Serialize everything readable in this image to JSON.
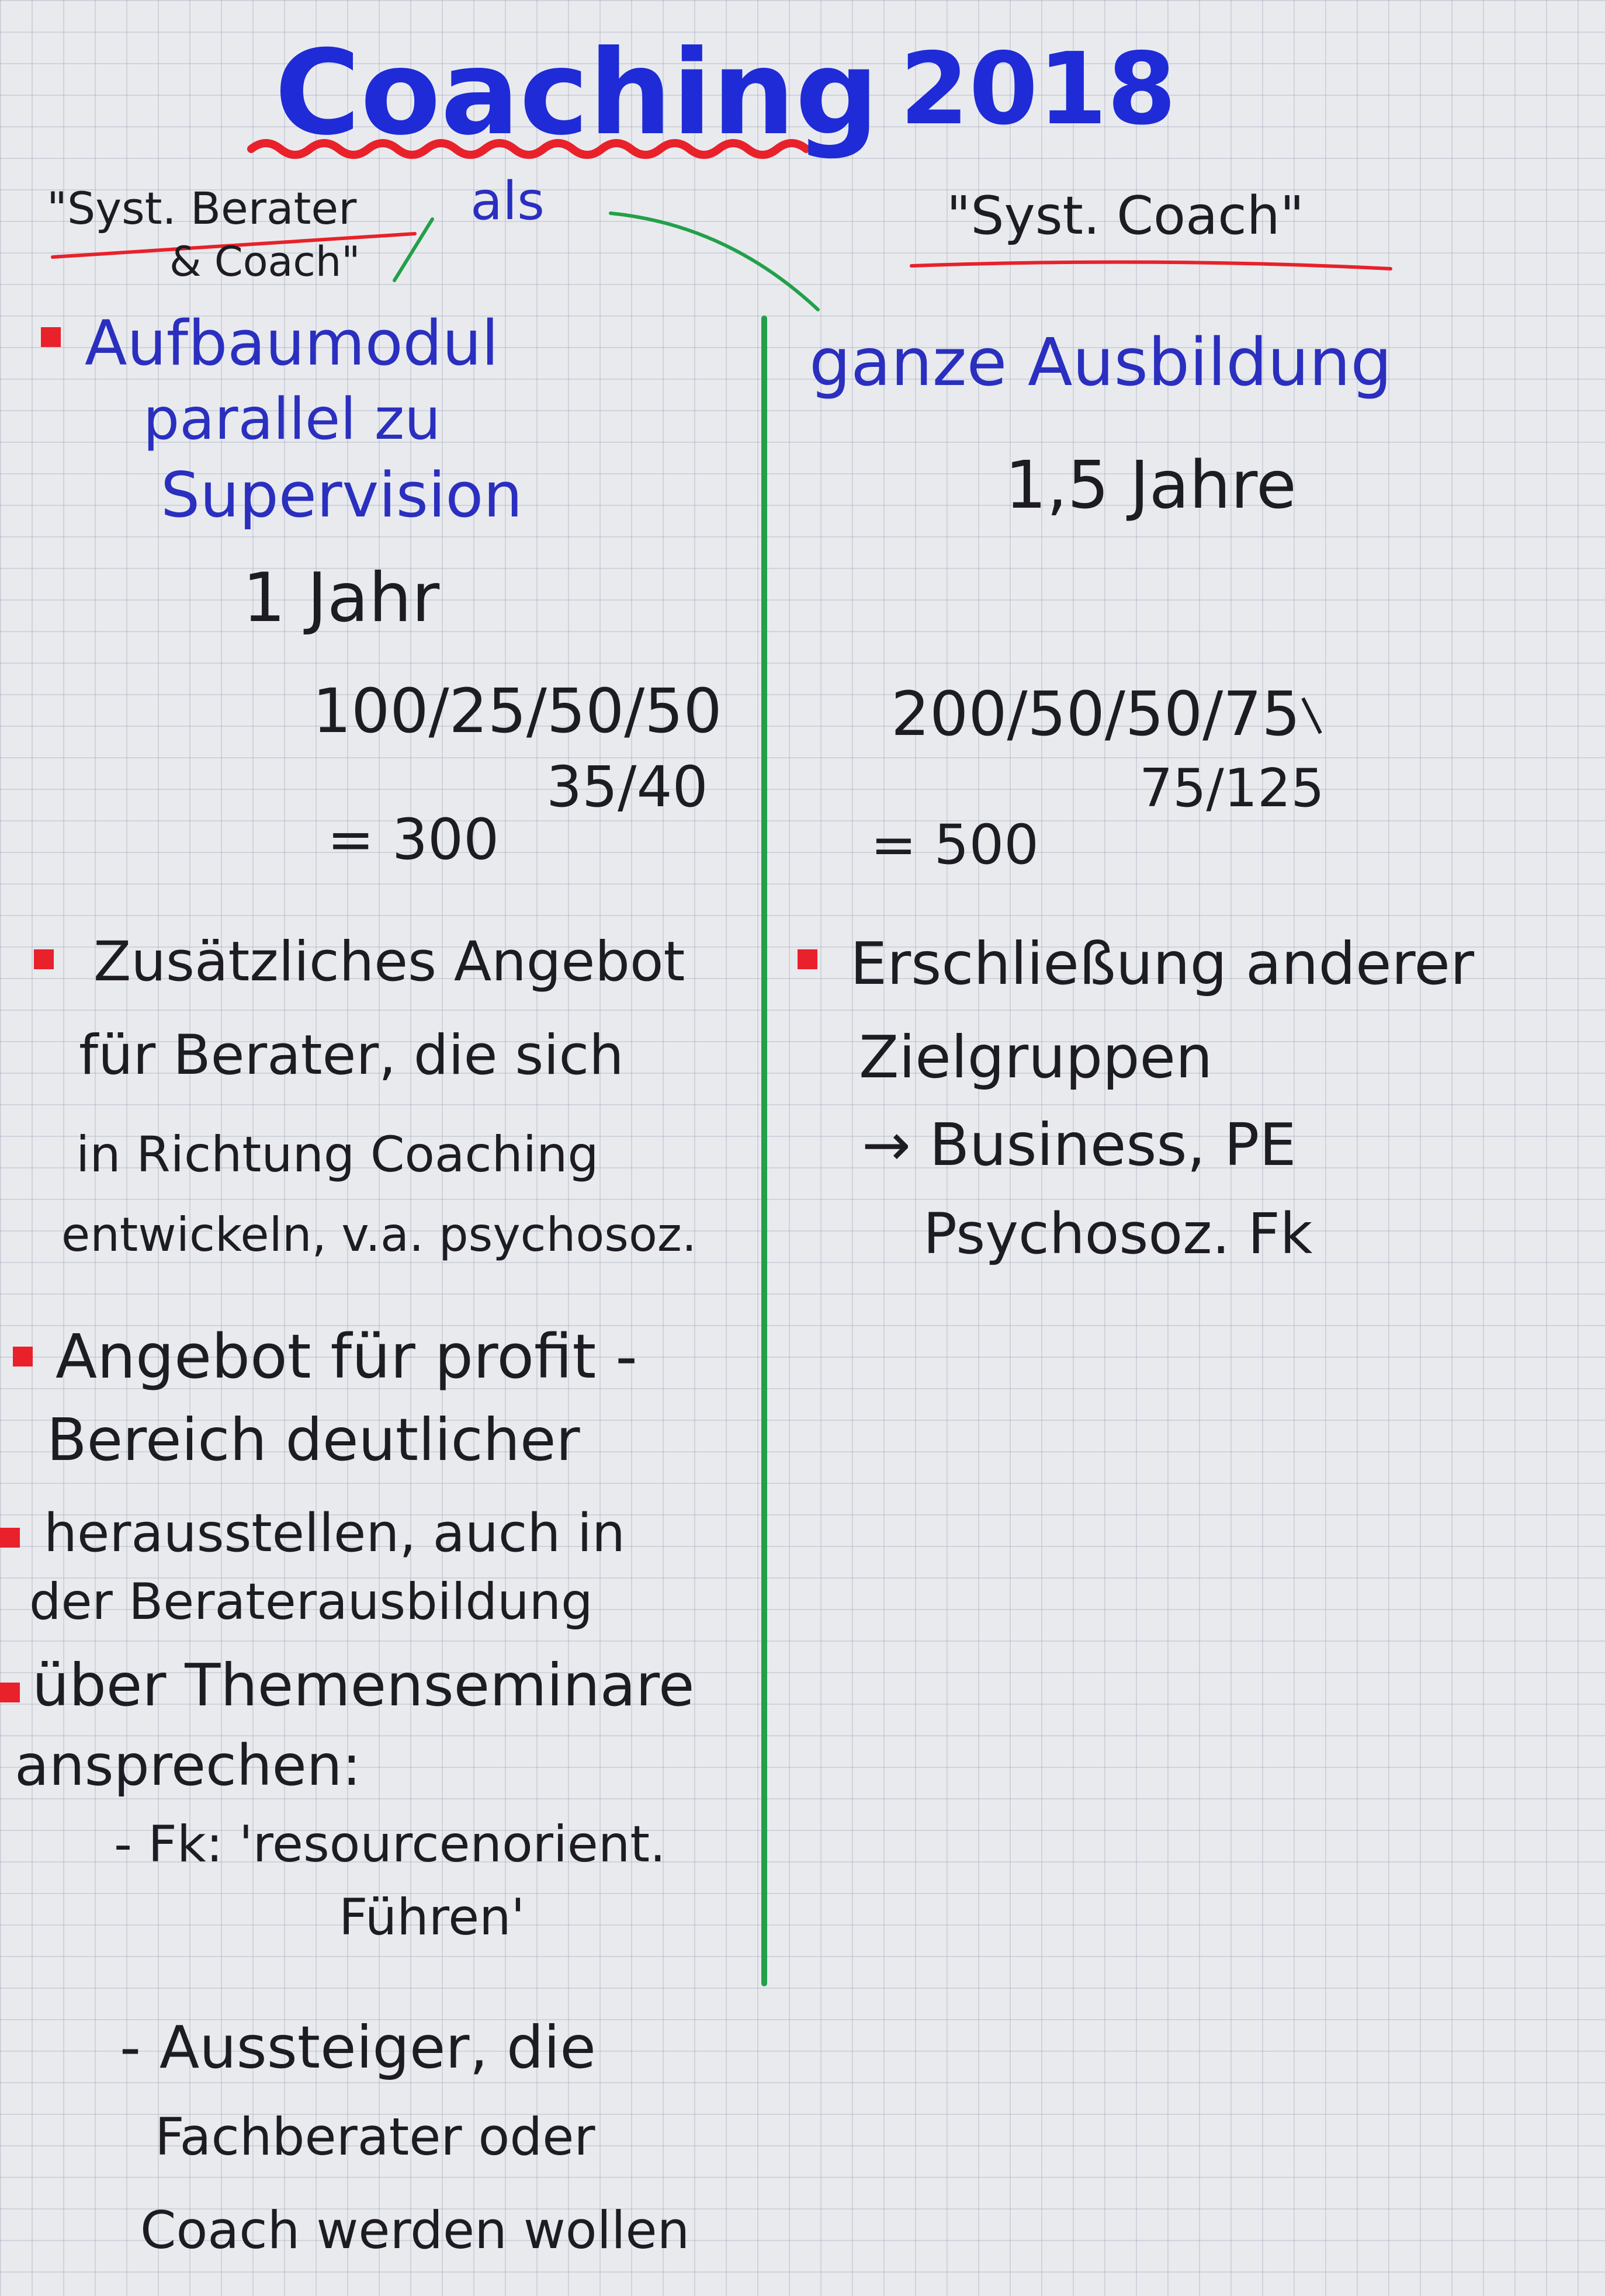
{
  "title": {
    "word": "Coaching",
    "year": "2018"
  },
  "header": {
    "left_line1": "\"Syst. Berater",
    "left_line2": "& Coach\"",
    "connector": "als",
    "right": "\"Syst. Coach\""
  },
  "left": {
    "module": [
      "Aufbaumodul",
      "parallel zu",
      "Supervision"
    ],
    "duration": "1 Jahr",
    "hours_main": "100/25/50/50",
    "hours_sub": "35/40",
    "total": "= 300",
    "bullet_offer": [
      "Zusätzliches Angebot",
      "für Berater, die sich",
      "in Richtung Coaching",
      "entwickeln, v.a. psychosoz."
    ],
    "bullet_profit": [
      "Angebot für profit -",
      "Bereich deutlicher"
    ],
    "bullet_highlight": [
      "herausstellen, auch in",
      "der Beraterausbildung"
    ],
    "bullet_seminars": [
      "über Themenseminare",
      "ansprechen:"
    ],
    "dash_fk": [
      "- Fk: 'resourcenorient.",
      "Führen'"
    ],
    "dash_dropouts": [
      "- Aussteiger, die",
      "Fachberater oder",
      "Coach werden wollen"
    ]
  },
  "right": {
    "heading": "ganze Ausbildung",
    "duration": "1,5 Jahre",
    "hours_main": "200/50/50/75",
    "hours_sub": "75/125",
    "total": "= 500",
    "bullet": [
      "Erschließung anderer",
      "Zielgruppen"
    ],
    "targets": [
      "→ Business, PE",
      "Psychosoz. Fk"
    ]
  },
  "colors": {
    "blue_marker": "#2a2fbf",
    "red_marker": "#e8212a",
    "green_marker": "#22a04a",
    "black_marker": "#1c1c22"
  }
}
